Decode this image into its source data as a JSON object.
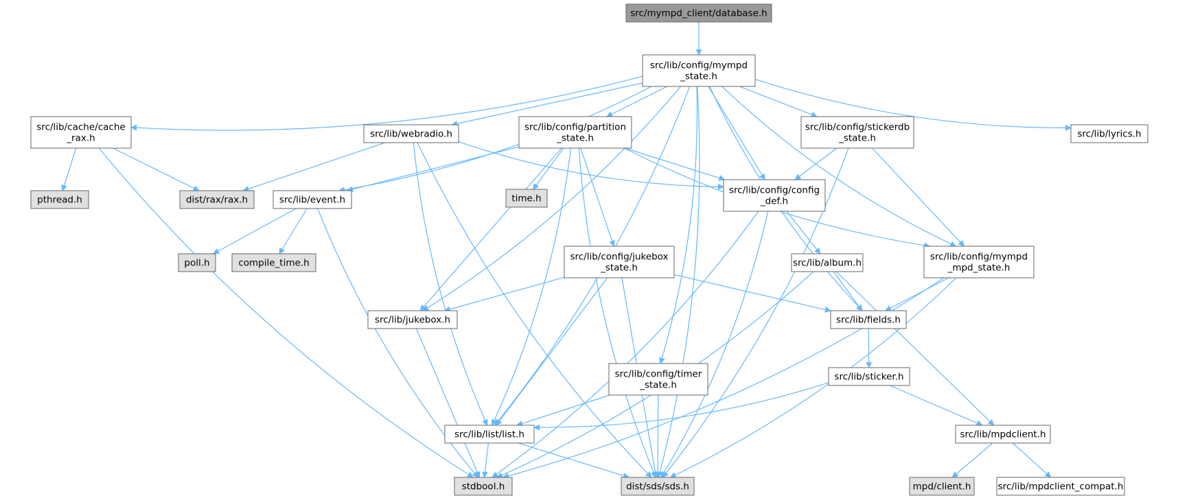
{
  "diagram": {
    "colors": {
      "edge": "#63b8ff",
      "node_border": "#666666",
      "node_fill_root": "#999999",
      "node_fill_file": "#ffffff",
      "node_fill_system": "#e0e0e0"
    },
    "nodes": [
      {
        "id": "root",
        "kind": "root",
        "lines": [
          "src/mympd_client/database.h"
        ]
      },
      {
        "id": "mympd_state",
        "kind": "file",
        "lines": [
          "src/lib/config/mympd",
          "_state.h"
        ]
      },
      {
        "id": "cache_rax",
        "kind": "file",
        "lines": [
          "src/lib/cache/cache",
          "_rax.h"
        ]
      },
      {
        "id": "webradio",
        "kind": "file",
        "lines": [
          "src/lib/webradio.h"
        ]
      },
      {
        "id": "partition_state",
        "kind": "file",
        "lines": [
          "src/lib/config/partition",
          "_state.h"
        ]
      },
      {
        "id": "stickerdb_state",
        "kind": "file",
        "lines": [
          "src/lib/config/stickerdb",
          "_state.h"
        ]
      },
      {
        "id": "lyrics",
        "kind": "file",
        "lines": [
          "src/lib/lyrics.h"
        ]
      },
      {
        "id": "pthread",
        "kind": "system",
        "lines": [
          "pthread.h"
        ]
      },
      {
        "id": "rax",
        "kind": "system",
        "lines": [
          "dist/rax/rax.h"
        ]
      },
      {
        "id": "event",
        "kind": "file",
        "lines": [
          "src/lib/event.h"
        ]
      },
      {
        "id": "time",
        "kind": "system",
        "lines": [
          "time.h"
        ]
      },
      {
        "id": "config_def",
        "kind": "file",
        "lines": [
          "src/lib/config/config",
          "_def.h"
        ]
      },
      {
        "id": "poll",
        "kind": "system",
        "lines": [
          "poll.h"
        ]
      },
      {
        "id": "compile_time",
        "kind": "system",
        "lines": [
          "compile_time.h"
        ]
      },
      {
        "id": "jukebox_state",
        "kind": "file",
        "lines": [
          "src/lib/config/jukebox",
          "_state.h"
        ]
      },
      {
        "id": "album",
        "kind": "file",
        "lines": [
          "src/lib/album.h"
        ]
      },
      {
        "id": "mpd_state",
        "kind": "file",
        "lines": [
          "src/lib/config/mympd",
          "_mpd_state.h"
        ]
      },
      {
        "id": "jukebox",
        "kind": "file",
        "lines": [
          "src/lib/jukebox.h"
        ]
      },
      {
        "id": "fields",
        "kind": "file",
        "lines": [
          "src/lib/fields.h"
        ]
      },
      {
        "id": "timer_state",
        "kind": "file",
        "lines": [
          "src/lib/config/timer",
          "_state.h"
        ]
      },
      {
        "id": "sticker",
        "kind": "file",
        "lines": [
          "src/lib/sticker.h"
        ]
      },
      {
        "id": "list",
        "kind": "file",
        "lines": [
          "src/lib/list/list.h"
        ]
      },
      {
        "id": "mpdclient",
        "kind": "file",
        "lines": [
          "src/lib/mpdclient.h"
        ]
      },
      {
        "id": "stdbool",
        "kind": "system",
        "lines": [
          "stdbool.h"
        ]
      },
      {
        "id": "sds",
        "kind": "system",
        "lines": [
          "dist/sds/sds.h"
        ]
      },
      {
        "id": "mpd_client",
        "kind": "system",
        "lines": [
          "mpd/client.h"
        ]
      },
      {
        "id": "mpdclient_compat",
        "kind": "file",
        "lines": [
          "src/lib/mpdclient_compat.h"
        ]
      }
    ],
    "edges": [
      [
        "root",
        "mympd_state"
      ],
      [
        "mympd_state",
        "cache_rax"
      ],
      [
        "mympd_state",
        "webradio"
      ],
      [
        "mympd_state",
        "partition_state"
      ],
      [
        "mympd_state",
        "stickerdb_state"
      ],
      [
        "mympd_state",
        "lyrics"
      ],
      [
        "mympd_state",
        "event"
      ],
      [
        "mympd_state",
        "config_def"
      ],
      [
        "mympd_state",
        "mpd_state"
      ],
      [
        "mympd_state",
        "jukebox"
      ],
      [
        "mympd_state",
        "fields"
      ],
      [
        "mympd_state",
        "timer_state"
      ],
      [
        "mympd_state",
        "list"
      ],
      [
        "mympd_state",
        "sds"
      ],
      [
        "cache_rax",
        "pthread"
      ],
      [
        "cache_rax",
        "rax"
      ],
      [
        "cache_rax",
        "stdbool"
      ],
      [
        "webradio",
        "rax"
      ],
      [
        "webradio",
        "config_def"
      ],
      [
        "webradio",
        "list"
      ],
      [
        "webradio",
        "sds"
      ],
      [
        "partition_state",
        "event"
      ],
      [
        "partition_state",
        "time"
      ],
      [
        "partition_state",
        "config_def"
      ],
      [
        "partition_state",
        "jukebox_state"
      ],
      [
        "partition_state",
        "mpd_state"
      ],
      [
        "partition_state",
        "jukebox"
      ],
      [
        "partition_state",
        "list"
      ],
      [
        "partition_state",
        "sds"
      ],
      [
        "stickerdb_state",
        "config_def"
      ],
      [
        "stickerdb_state",
        "mpd_state"
      ],
      [
        "stickerdb_state",
        "sds"
      ],
      [
        "event",
        "poll"
      ],
      [
        "event",
        "compile_time"
      ],
      [
        "event",
        "stdbool"
      ],
      [
        "config_def",
        "album"
      ],
      [
        "config_def",
        "stdbool"
      ],
      [
        "config_def",
        "sds"
      ],
      [
        "jukebox_state",
        "jukebox"
      ],
      [
        "jukebox_state",
        "fields"
      ],
      [
        "jukebox_state",
        "list"
      ],
      [
        "jukebox_state",
        "sds"
      ],
      [
        "album",
        "fields"
      ],
      [
        "album",
        "mpdclient"
      ],
      [
        "album",
        "stdbool"
      ],
      [
        "mpd_state",
        "fields"
      ],
      [
        "mpd_state",
        "stdbool"
      ],
      [
        "mpd_state",
        "sds"
      ],
      [
        "jukebox",
        "stdbool"
      ],
      [
        "fields",
        "sticker"
      ],
      [
        "timer_state",
        "list"
      ],
      [
        "timer_state",
        "sds"
      ],
      [
        "sticker",
        "list"
      ],
      [
        "sticker",
        "mpdclient"
      ],
      [
        "list",
        "stdbool"
      ],
      [
        "list",
        "sds"
      ],
      [
        "mpdclient",
        "mpd_client"
      ],
      [
        "mpdclient",
        "mpdclient_compat"
      ]
    ]
  }
}
